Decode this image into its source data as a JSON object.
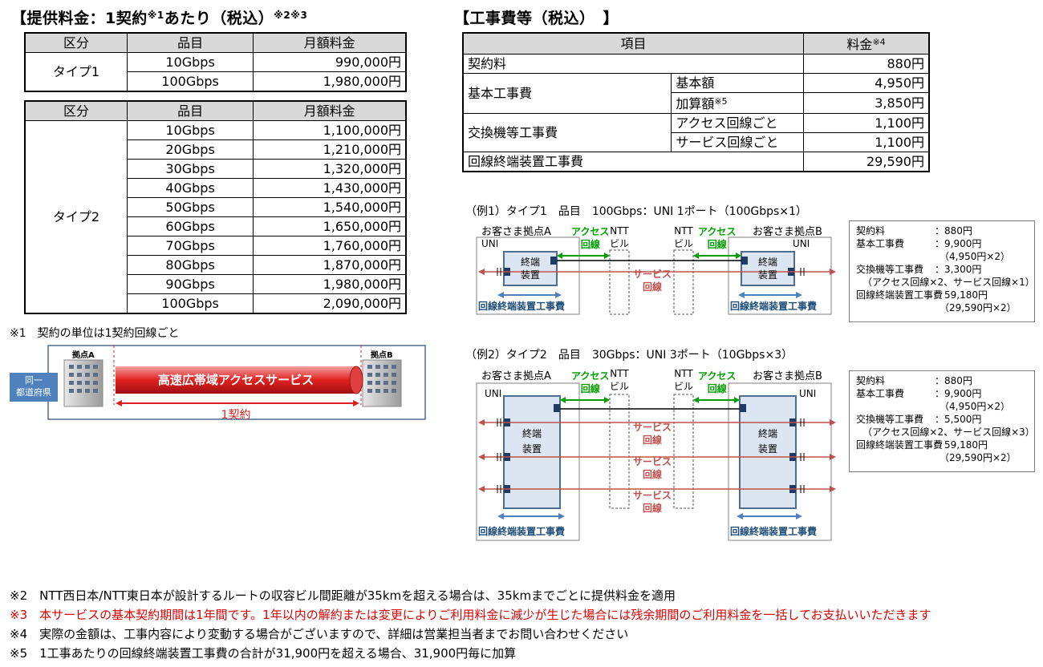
{
  "left_title": {
    "text": "【提供料金：1契約",
    "sup1": "※1",
    "mid": "あたり（税込）",
    "sup2": "※2※3"
  },
  "right_title": "【工事費等（税込）　】",
  "table1": {
    "headers": [
      "区分",
      "品目",
      "月額料金"
    ],
    "group": "タイプ1",
    "rows": [
      [
        "10Gbps",
        "990,000円"
      ],
      [
        "100Gbps",
        "1,980,000円"
      ]
    ]
  },
  "table2": {
    "headers": [
      "区分",
      "品目",
      "月額料金"
    ],
    "group": "タイプ2",
    "rows": [
      [
        "10Gbps",
        "1,100,000円"
      ],
      [
        "20Gbps",
        "1,210,000円"
      ],
      [
        "30Gbps",
        "1,320,000円"
      ],
      [
        "40Gbps",
        "1,430,000円"
      ],
      [
        "50Gbps",
        "1,540,000円"
      ],
      [
        "60Gbps",
        "1,650,000円"
      ],
      [
        "70Gbps",
        "1,760,000円"
      ],
      [
        "80Gbps",
        "1,870,000円"
      ],
      [
        "90Gbps",
        "1,980,000円"
      ],
      [
        "100Gbps",
        "2,090,000円"
      ]
    ]
  },
  "table3": {
    "header_item": "項目",
    "header_price": "料金",
    "header_price_sup": "※4",
    "r1_label": "契約料",
    "r1_price": "880円",
    "r2_label": "基本工事費",
    "r2a_sub": "基本額",
    "r2a_price": "4,950円",
    "r2b_sub": "加算額",
    "r2b_sup": "※5",
    "r2b_price": "3,850円",
    "r3_label": "交換機等工事費",
    "r3a_sub": "アクセス回線ごと",
    "r3a_price": "1,100円",
    "r3b_sub": "サービス回線ごと",
    "r3b_price": "1,100円",
    "r4_label": "回線終端装置工事費",
    "r4_price": "29,590円"
  },
  "note1": "※1　契約の単位は1契約回線ごと",
  "contract_diagram": {
    "site_a": "拠点A",
    "site_b": "拠点B",
    "pref": [
      "同一",
      "都道府県"
    ],
    "service": "高速広帯域アクセスサービス",
    "span": "1契約"
  },
  "example1": {
    "title": "（例1）タイプ1　品目　100Gbps：UNI 1ポート（100Gbps×1）",
    "site_a": "お客さま拠点A",
    "site_b": "お客さま拠点B",
    "uni": "UNI",
    "access": [
      "アクセス",
      "回線"
    ],
    "ntt": [
      "NTT",
      "ビル"
    ],
    "device": [
      "終端",
      "装置"
    ],
    "service": [
      "サービス",
      "回線"
    ],
    "work": "回線終端装置工事費",
    "summary": [
      [
        "契約料",
        "：880円"
      ],
      [
        "基本工事費",
        "：9,900円"
      ],
      [
        "",
        "（4,950円×2）"
      ],
      [
        "交換機等工事費",
        "：3,300円"
      ],
      [
        "",
        "（アクセス回線×2、サービス回線×1）"
      ],
      [
        "回線終端装置工事費",
        "：59,180円"
      ],
      [
        "",
        "（29,590円×2）"
      ]
    ]
  },
  "example2": {
    "title": "（例2）タイプ2　品目　30Gbps：UNI 3ポート（10Gbps×3）",
    "site_a": "お客さま拠点A",
    "site_b": "お客さま拠点B",
    "uni": "UNI",
    "access": [
      "アクセス",
      "回線"
    ],
    "ntt": [
      "NTT",
      "ビル"
    ],
    "device": [
      "終端",
      "装置"
    ],
    "service": [
      "サービス",
      "回線"
    ],
    "work": "回線終端装置工事費",
    "summary": [
      [
        "契約料",
        "：880円"
      ],
      [
        "基本工事費",
        "：9,900円"
      ],
      [
        "",
        "（4,950円×2）"
      ],
      [
        "交換機等工事費",
        "：5,500円"
      ],
      [
        "",
        "（アクセス回線×2、サービス回線×3）"
      ],
      [
        "回線終端装置工事費",
        "：59,180円"
      ],
      [
        "",
        "（29,590円×2）"
      ]
    ]
  },
  "footnotes": [
    {
      "text": "※2　NTT西日本/NTT東日本が設計するルートの収容ビル間距離が35kmを超える場合は、35kmまでごとに提供料金を適用",
      "red": false
    },
    {
      "text": "※3　本サービスの基本契約期間は1年間です。1年以内の解約または変更によりご利用料金に減少が生じた場合には残余期間のご利用料金を一括してお支払いいただきます",
      "red": true
    },
    {
      "text": "※4　実際の金額は、工事内容により変動する場合がございますので、詳細は営業担当者までお問い合わせください",
      "red": false
    },
    {
      "text": "※5　1工事あたりの回線終端装置工事費の合計が31,900円を超える場合、31,900円毎に加算",
      "red": false
    }
  ],
  "colors": {
    "header_gray": "#d9d9d9",
    "green": "#00a000",
    "red_line": "#c0504d",
    "blue": "#4f81bd",
    "device_fill": "#dce6f2",
    "warning_red": "#e00000"
  }
}
